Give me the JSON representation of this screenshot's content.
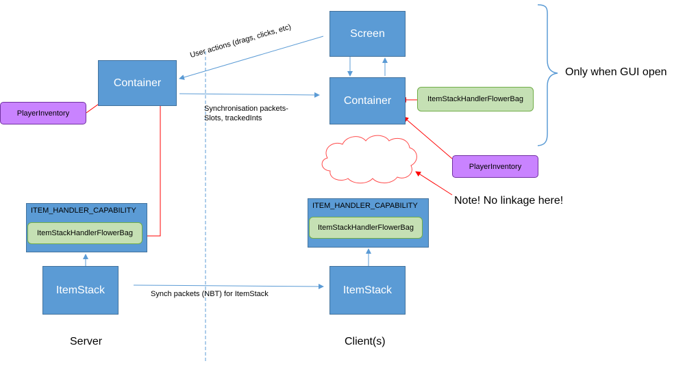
{
  "colors": {
    "box_fill": "#5b9bd5",
    "box_border": "#41719c",
    "component_fill": "#c5e0b4",
    "inventory_fill": "#c983ff",
    "sync_arrow": "#5b9bd5",
    "link_arrow": "#ff0000"
  },
  "server": {
    "label": "Server",
    "container": "Container",
    "player_inventory": "PlayerInventory",
    "capability_title": "ITEM_HANDLER_CAPABILITY",
    "handler": "ItemStackHandlerFlowerBag",
    "itemstack": "ItemStack"
  },
  "client": {
    "label": "Client(s)",
    "screen": "Screen",
    "container": "Container",
    "handler_linked": "ItemStackHandlerFlowerBag",
    "player_inventory": "PlayerInventory",
    "capability_title": "ITEM_HANDLER_CAPABILITY",
    "handler": "ItemStackHandlerFlowerBag",
    "itemstack": "ItemStack"
  },
  "annotations": {
    "user_actions": "User actions (drags, clicks, etc)",
    "sync_line1": "Synchronisation packets-",
    "sync_line2": "Slots, trackedInts",
    "synch_itemstack": "Synch packets (NBT) for ItemStack",
    "gui_open": "Only when GUI open",
    "note": "Note! No linkage here!"
  }
}
